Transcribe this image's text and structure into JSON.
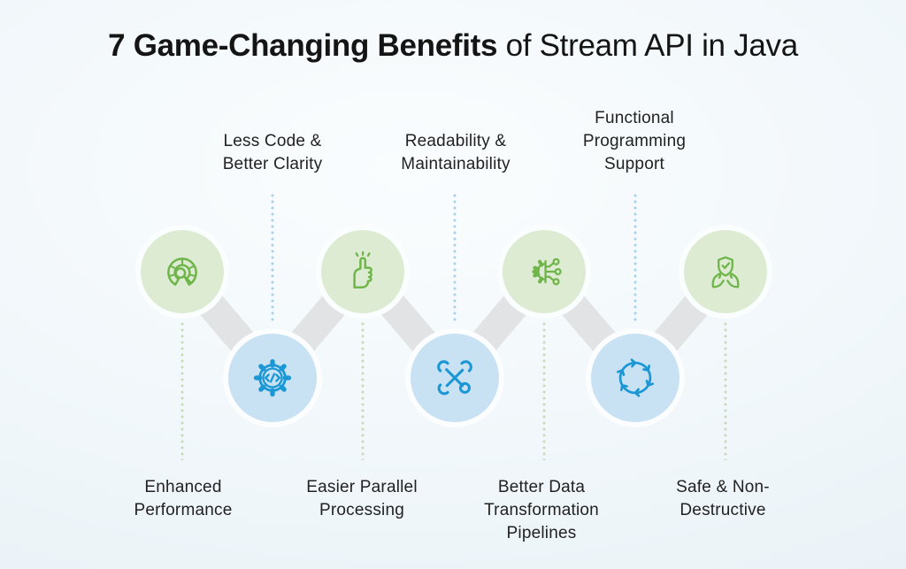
{
  "title": {
    "bold": "7 Game-Changing Benefits",
    "regular": " of Stream API in Java"
  },
  "benefits": [
    {
      "order": 1,
      "label": "Enhanced\nPerformance",
      "icon": "speedometer-icon",
      "theme": "green",
      "label_position": "bottom"
    },
    {
      "order": 2,
      "label": "Less Code &\nBetter Clarity",
      "icon": "gear-code-icon",
      "theme": "blue",
      "label_position": "top"
    },
    {
      "order": 3,
      "label": "Easier Parallel\nProcessing",
      "icon": "pointing-hand-icon",
      "theme": "green",
      "label_position": "bottom"
    },
    {
      "order": 4,
      "label": "Readability &\nMaintainability",
      "icon": "crossed-wrenches-icon",
      "theme": "blue",
      "label_position": "top"
    },
    {
      "order": 5,
      "label": "Better Data\nTransformation\nPipelines",
      "icon": "gear-pipeline-icon",
      "theme": "green",
      "label_position": "bottom"
    },
    {
      "order": 6,
      "label": "Functional\nProgramming\nSupport",
      "icon": "interlocked-hands-icon",
      "theme": "blue",
      "label_position": "top"
    },
    {
      "order": 7,
      "label": "Safe & Non-\nDestructive",
      "icon": "shield-hands-icon",
      "theme": "green",
      "label_position": "bottom"
    }
  ],
  "colors": {
    "accent_green": "#6fb54a",
    "accent_blue": "#1b97d5",
    "circle_green": "#dcebd1",
    "circle_blue": "#c8e2f4",
    "connector_gray": "#e2e3e4",
    "dot_green": "#c9dcba",
    "dot_blue": "#a9d3ec",
    "title_color": "#151515",
    "label_color": "#222222",
    "bg_light": "#fafdfe",
    "bg_dark": "#e2ecf3"
  }
}
